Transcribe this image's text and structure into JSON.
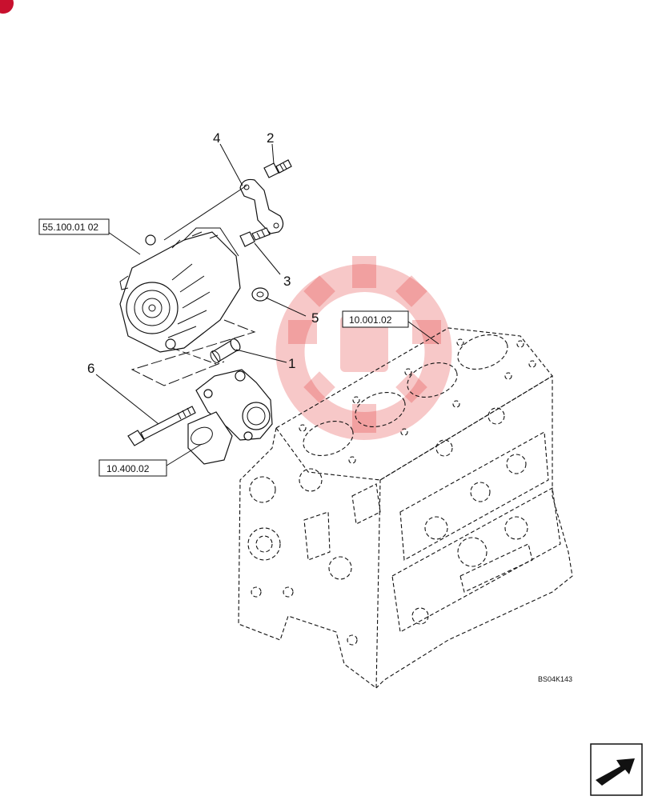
{
  "callouts": {
    "c1": "1",
    "c2": "2",
    "c3": "3",
    "c4": "4",
    "c5": "5",
    "c6": "6"
  },
  "references": {
    "alternator": "55.100.01 02",
    "engine_block": "10.001.02",
    "housing": "10.400.02"
  },
  "drawing_code": "BS04K143",
  "icons": {
    "corner_badge": "brand-badge-icon",
    "next_page": "next-page-arrow-icon",
    "watermark": "watermark-logo-icon"
  },
  "colors": {
    "watermark": "#e23a3a",
    "line": "#111111",
    "badge": "#c8102e"
  }
}
